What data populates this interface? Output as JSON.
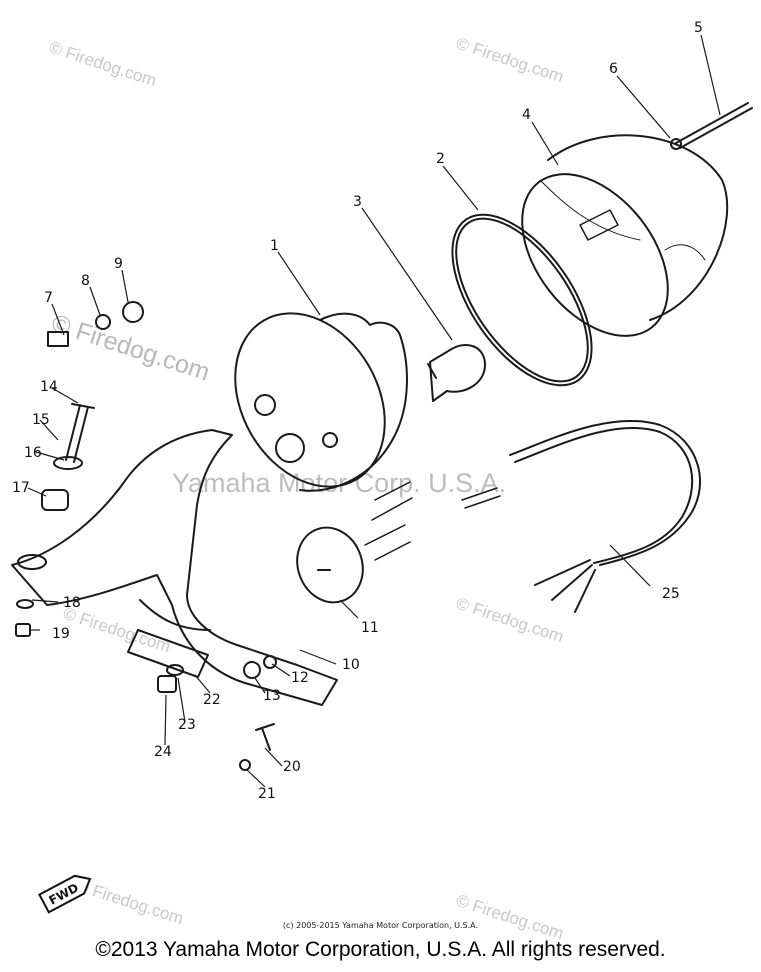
{
  "diagram": {
    "callouts": [
      "1",
      "2",
      "3",
      "4",
      "5",
      "6",
      "7",
      "8",
      "9",
      "10",
      "11",
      "12",
      "13",
      "14",
      "15",
      "16",
      "17",
      "18",
      "19",
      "20",
      "21",
      "22",
      "23",
      "24",
      "25"
    ],
    "fwd_label": "FWD"
  },
  "watermarks": {
    "site": "© Firedog.com",
    "company": "Yamaha Motor Corp. U.S.A."
  },
  "footer": {
    "small_copyright": "(c) 2005-2015 Yamaha Motor Corporation, U.S.A.",
    "copyright": "©2013 Yamaha Motor Corporation, U.S.A. All rights reserved."
  }
}
